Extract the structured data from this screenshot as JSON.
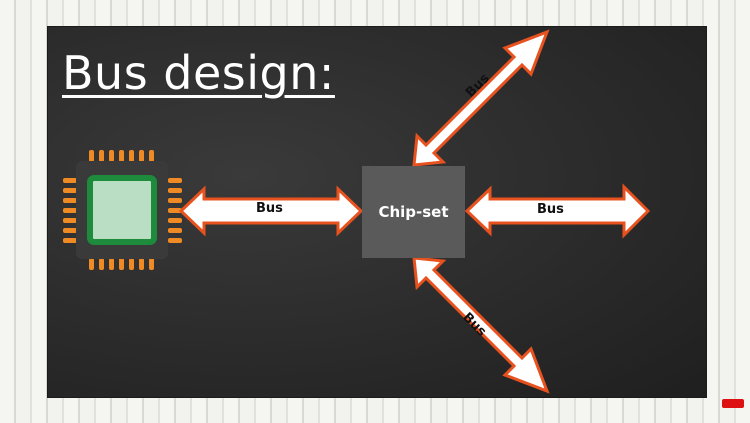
{
  "title": "Bus design:",
  "chipset_label": "Chip-set",
  "bus_labels": {
    "left": "Bus",
    "right": "Bus",
    "upper_right": "Bus",
    "lower_right": "Bus"
  },
  "colors": {
    "board": "#2b2b2b",
    "arrow_fill": "#ffffff",
    "arrow_outline": "#e8521f",
    "cpu_pins": "#f08a24",
    "cpu_body": "#3a3a3a",
    "cpu_core_border": "#1e8a3c",
    "cpu_core_fill": "#b9dec3",
    "chipset_fill": "#5a5a5a"
  },
  "icons": [
    "cpu-chip-icon",
    "youtube-logo-icon"
  ]
}
